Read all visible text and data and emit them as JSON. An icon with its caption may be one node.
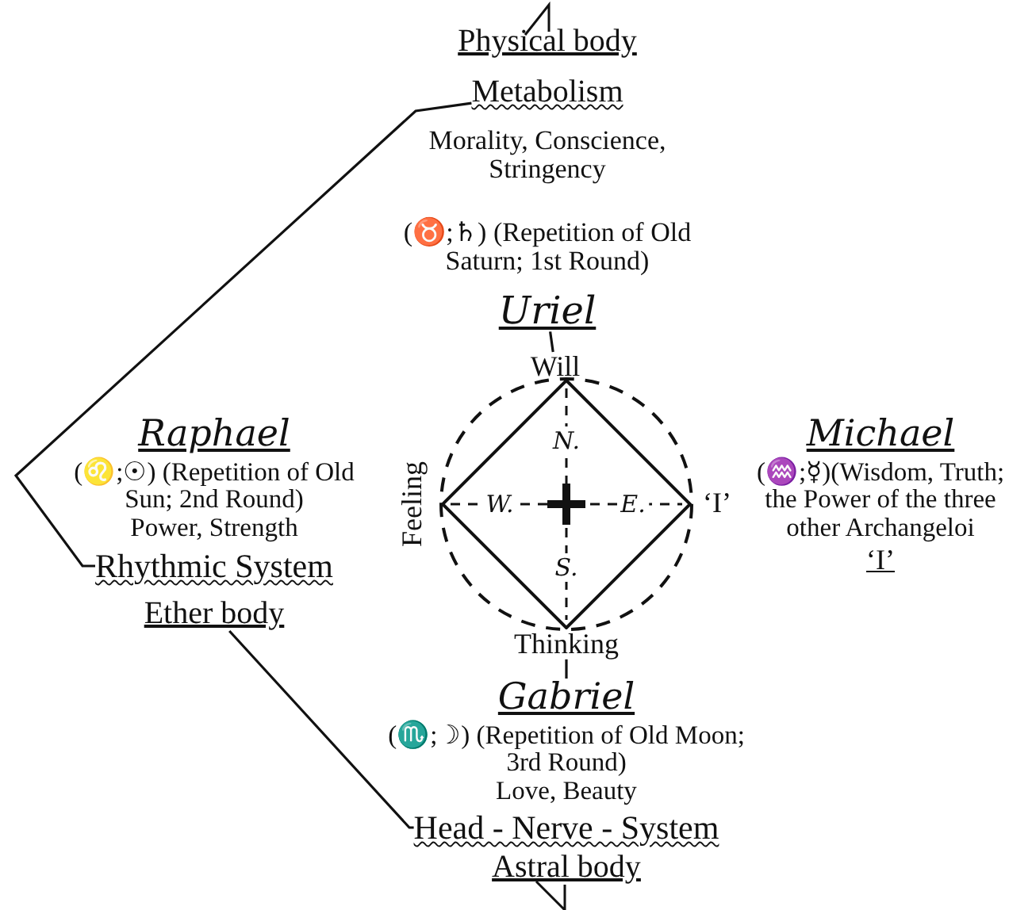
{
  "diagram": {
    "nodes": [
      {
        "text": [
          "Physical body"
        ]
      },
      {
        "text": [
          "Metabolism"
        ]
      },
      {
        "text": [
          "Uriel"
        ]
      },
      {
        "text": [
          "Will"
        ]
      },
      {
        "text": [
          "N.",
          "W.",
          "E.",
          "S."
        ]
      },
      {
        "text": [
          "Feeling"
        ]
      },
      {
        "text": [
          "‘I’"
        ]
      },
      {
        "text": [
          "Thinking"
        ]
      },
      {
        "text": [
          "Gabriel",
          "(♏;☽) (Repetition of Old Moon; 3rd Round)",
          "Love, Beauty"
        ]
      },
      {
        "text": [
          "Raphael",
          "(♌;☉) (Repetition of Old Sun; 2nd Round)",
          "Power, Strength"
        ]
      },
      {
        "text": [
          "Michael",
          "(♒;☿)(Wisdom, Truth; the Power of the three other Archangeloi",
          "‘I’"
        ]
      },
      {
        "text": [
          "Rhythmic System"
        ]
      },
      {
        "text": [
          "Ether body"
        ]
      },
      {
        "text": [
          "Head - Nerve - System"
        ]
      },
      {
        "text": [
          "Astral body"
        ]
      }
    ],
    "edges": [
      {
        "from": 2,
        "to": 3,
        "arrow": "none"
      },
      {
        "from": 7,
        "to": 8,
        "arrow": "none"
      },
      {
        "from": 1,
        "to": 11,
        "arrow": "none"
      },
      {
        "from": 12,
        "to": 13,
        "arrow": "none"
      }
    ],
    "labels": [
      "Morality, Conscience, Stringency",
      "(♉;♄) (Repetition of Old Saturn; 1st Round)"
    ]
  }
}
